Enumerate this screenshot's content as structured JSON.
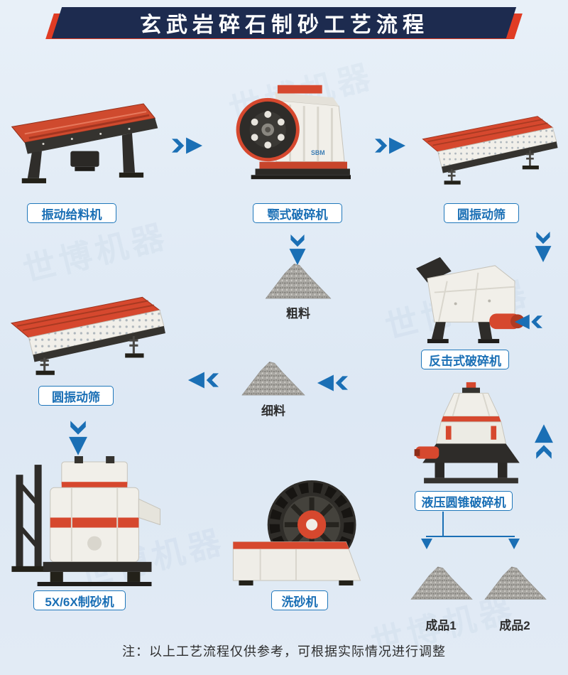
{
  "title": "玄武岩碎石制砂工艺流程",
  "machine_logo": "SBM",
  "watermark": "世博机器",
  "nodes": {
    "feeder": "振动给料机",
    "jaw": "颚式破碎机",
    "screen_top": "圆振动筛",
    "impact": "反击式破碎机",
    "coarse": "粗料",
    "fine": "细料",
    "screen_left": "圆振动筛",
    "cone": "液压圆锥破碎机",
    "sand_maker": "5X/6X制砂机",
    "washer": "洗砂机",
    "product1": "成品1",
    "product2": "成品2"
  },
  "note": "注：以上工艺流程仅供参考，可根据实际情况进行调整",
  "colors": {
    "arrow_blue": "#1a6fb5",
    "label_blue": "#1a6fb5",
    "banner_navy": "#1d2b4f",
    "banner_red": "#e03c24",
    "machine_red": "#d6482e",
    "background": "#e4edf6",
    "gravel_gray": "#aaa8a3"
  }
}
